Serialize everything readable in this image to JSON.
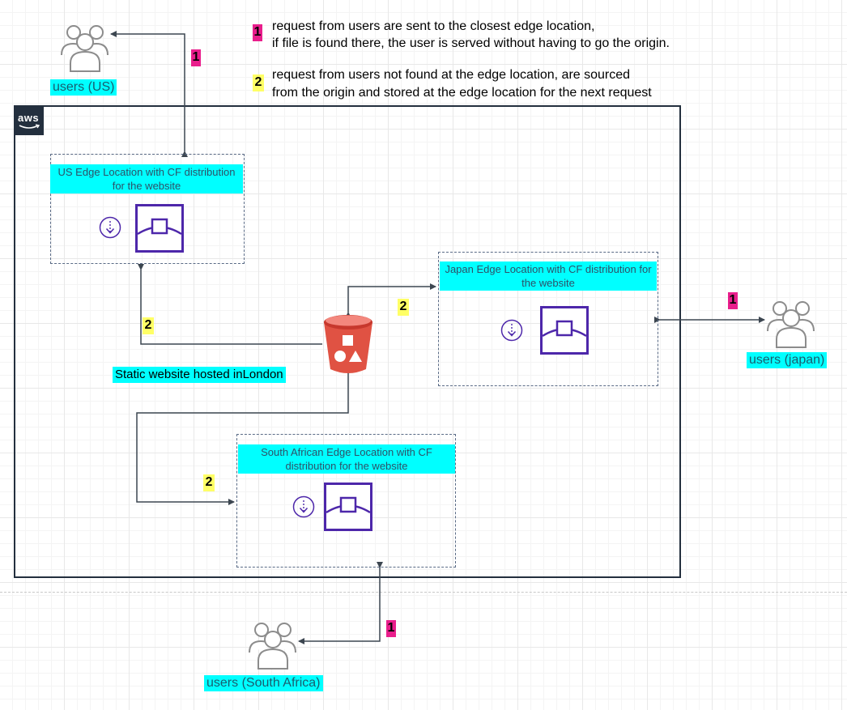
{
  "legend": {
    "item1": {
      "badge": "1",
      "text_line1": "request from users are sent to the closest edge location,",
      "text_line2": "if file is found there, the user is served without having to go the origin."
    },
    "item2": {
      "badge": "2",
      "text_line1": "request from users not found at the edge location, are sourced",
      "text_line2": "from the origin and stored at the edge location for the next request"
    }
  },
  "aws_cloud": {
    "logo_text": "aws"
  },
  "edges": {
    "us": {
      "title": "US Edge Location with CF distribution for the website"
    },
    "japan": {
      "title": "Japan Edge Location with CF distribution for the website"
    },
    "south_africa": {
      "title": "South African Edge Location with CF distribution for the website"
    }
  },
  "origin": {
    "label": "Static website hosted inLondon"
  },
  "users": {
    "us": {
      "label": "users (US)"
    },
    "japan": {
      "label": "users (japan)"
    },
    "south_africa": {
      "label": "users (South Africa)"
    }
  },
  "badges": {
    "us_users": "1",
    "us_origin": "2",
    "japan_origin": "2",
    "japan_users": "1",
    "sa_origin": "2",
    "sa_users": "1"
  },
  "colors": {
    "badge_pink": "#e91e8c",
    "badge_yellow": "#ffff66",
    "label_cyan": "#00ffff",
    "cloudfront_purple": "#4d27aa",
    "s3_red": "#e05243",
    "aws_dark": "#232f3e"
  }
}
